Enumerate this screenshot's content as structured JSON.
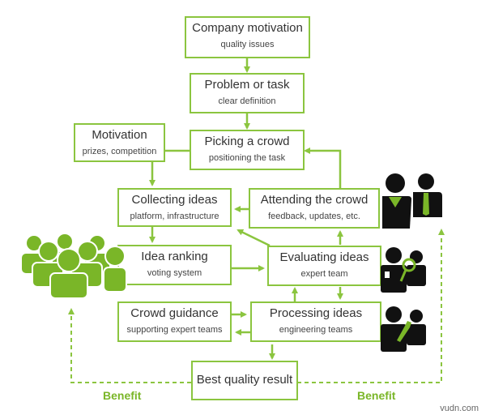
{
  "colors": {
    "accent": "#8bc53f",
    "icon_dark": "#111111",
    "benefit_text": "#7ab628"
  },
  "boxes": {
    "company_motivation": {
      "title": "Company motivation",
      "subtitle": "quality issues"
    },
    "problem_or_task": {
      "title": "Problem or task",
      "subtitle": "clear definition"
    },
    "motivation": {
      "title": "Motivation",
      "subtitle": "prizes, competition"
    },
    "picking_a_crowd": {
      "title": "Picking a crowd",
      "subtitle": "positioning the task"
    },
    "collecting_ideas": {
      "title": "Collecting ideas",
      "subtitle": "platform, infrastructure"
    },
    "attending_the_crowd": {
      "title": "Attending the crowd",
      "subtitle": "feedback, updates, etc."
    },
    "idea_ranking": {
      "title": "Idea ranking",
      "subtitle": "voting system"
    },
    "evaluating_ideas": {
      "title": "Evaluating ideas",
      "subtitle": "expert team"
    },
    "crowd_guidance": {
      "title": "Crowd guidance",
      "subtitle": "supporting expert teams"
    },
    "processing_ideas": {
      "title": "Processing ideas",
      "subtitle": "engineering teams"
    },
    "best_quality_result": {
      "title": "Best quality result"
    }
  },
  "benefit_left": "Benefit",
  "benefit_right": "Benefit",
  "watermark": "vudn.com",
  "icons": [
    "crowd-group-icon",
    "management-people-icon",
    "expert-magnifier-people-icon",
    "engineer-wrench-people-icon"
  ]
}
